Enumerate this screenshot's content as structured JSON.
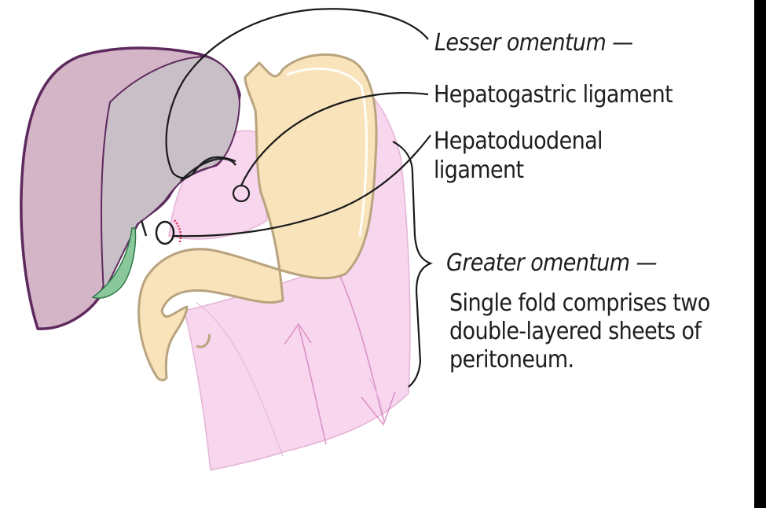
{
  "labels": {
    "lesser_omentum": "Lesser omentum —",
    "hepatogastric": "Hepatogastric ligament",
    "hepatoduodenal_line1": "Hepatoduodenal",
    "hepatoduodenal_line2": "ligament",
    "greater_omentum": "Greater omentum —",
    "greater_omentum_desc": "Single fold comprises two\ndouble-layered sheets of\nperitoneum."
  },
  "colors": {
    "liver": "#d4b4c7",
    "liver_outline": "#5e2a5e",
    "liver_shadow": "#c9bfc6",
    "stomach": "#f8e3bb",
    "stomach_outline": "#b8a47e",
    "omentum": "#f7d6ee",
    "omentum_line": "#d98fc4",
    "gallbladder": "#8ac79a",
    "leader_line": "#1a1a1a",
    "right_bar": "#000000"
  }
}
